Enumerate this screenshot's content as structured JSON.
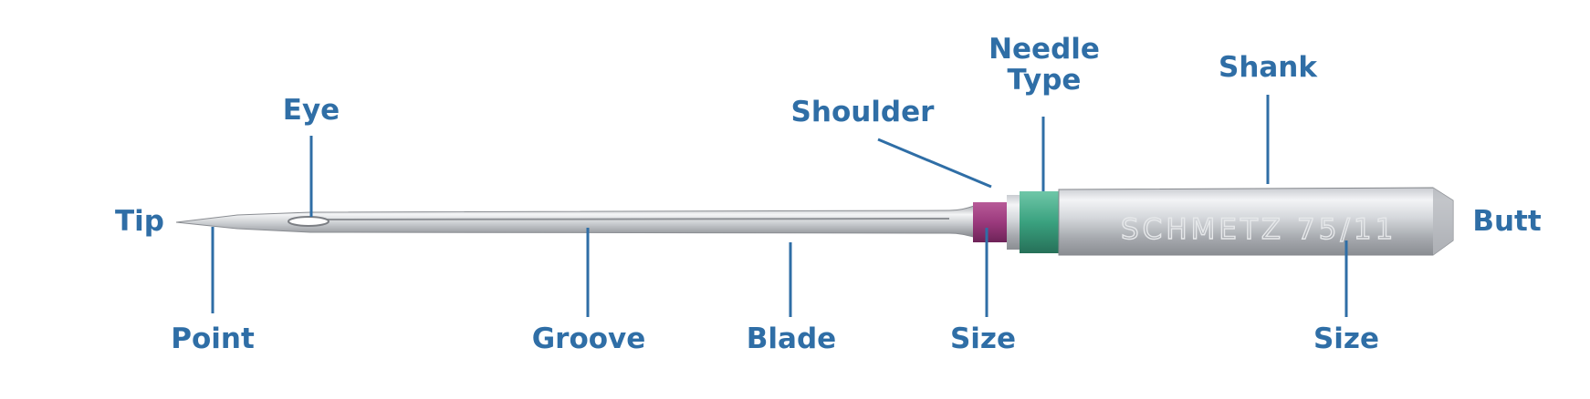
{
  "colors": {
    "label": "#2f6ea6",
    "leader": "#2f6ea6",
    "size_band": "#9b3a7d",
    "type_band": "#3aa17f",
    "steel_light": "#f1f2f4",
    "steel_dark": "#8e9196"
  },
  "shank_text": "SCHMETZ 75/11",
  "labels": {
    "tip": "Tip",
    "eye": "Eye",
    "point": "Point",
    "groove": "Groove",
    "blade": "Blade",
    "shoulder": "Shoulder",
    "needle_type_line1": "Needle",
    "needle_type_line2": "Type",
    "shank": "Shank",
    "butt": "Butt",
    "size_band": "Size",
    "size_stamp": "Size"
  }
}
